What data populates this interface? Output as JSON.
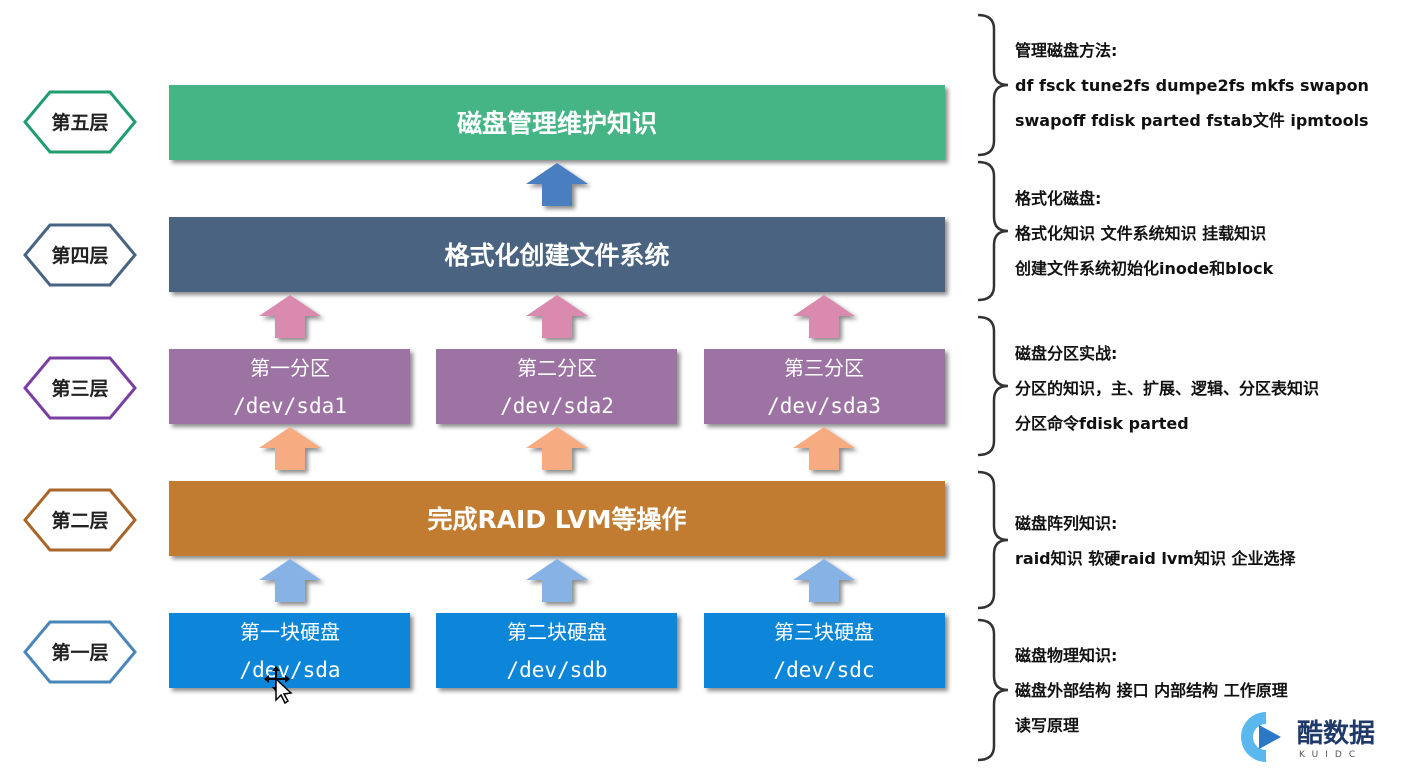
{
  "layers": [
    {
      "label": "第五层",
      "color": "#1f9d6e"
    },
    {
      "label": "第四层",
      "color": "#476482"
    },
    {
      "label": "第三层",
      "color": "#7a3fa0"
    },
    {
      "label": "第二层",
      "color": "#a8662a"
    },
    {
      "label": "第一层",
      "color": "#4a86b8"
    }
  ],
  "boxes": {
    "layer5": {
      "title": "磁盘管理维护知识",
      "color": "#45b586"
    },
    "layer4": {
      "title": "格式化创建文件系统",
      "color": "#4a6380"
    },
    "layer3": [
      {
        "name": "第一分区",
        "path": "/dev/sda1"
      },
      {
        "name": "第二分区",
        "path": "/dev/sda2"
      },
      {
        "name": "第三分区",
        "path": "/dev/sda3"
      }
    ],
    "layer3_color": "#9c73a3",
    "layer2": {
      "title": "完成RAID LVM等操作",
      "color": "#c17c33"
    },
    "layer1": [
      {
        "name": "第一块硬盘",
        "path": "/dev/sda"
      },
      {
        "name": "第二块硬盘",
        "path": "/dev/sdb"
      },
      {
        "name": "第三块硬盘",
        "path": "/dev/sdc"
      }
    ],
    "layer1_color": "#0c86d9"
  },
  "arrow_colors": {
    "to5": "#4a7fc0",
    "to4": "#d98aae",
    "to3": "#f7ab80",
    "to2": "#86b2e6"
  },
  "notes": [
    {
      "lines": [
        "管理磁盘方法:",
        "df fsck tune2fs dumpe2fs mkfs swapon",
        "swapoff fdisk parted fstab文件 ipmtools"
      ]
    },
    {
      "lines": [
        "格式化磁盘:",
        "格式化知识 文件系统知识 挂载知识",
        "创建文件系统初始化inode和block"
      ]
    },
    {
      "lines": [
        "磁盘分区实战:",
        "分区的知识，主、扩展、逻辑、分区表知识",
        "分区命令fdisk parted"
      ]
    },
    {
      "lines": [
        "磁盘阵列知识:",
        "raid知识 软硬raid lvm知识 企业选择"
      ]
    },
    {
      "lines": [
        "磁盘物理知识:",
        "磁盘外部结构 接口 内部结构 工作原理",
        "读写原理"
      ]
    }
  ],
  "logo": {
    "text": "酷数据",
    "sub": "KUIDC"
  }
}
